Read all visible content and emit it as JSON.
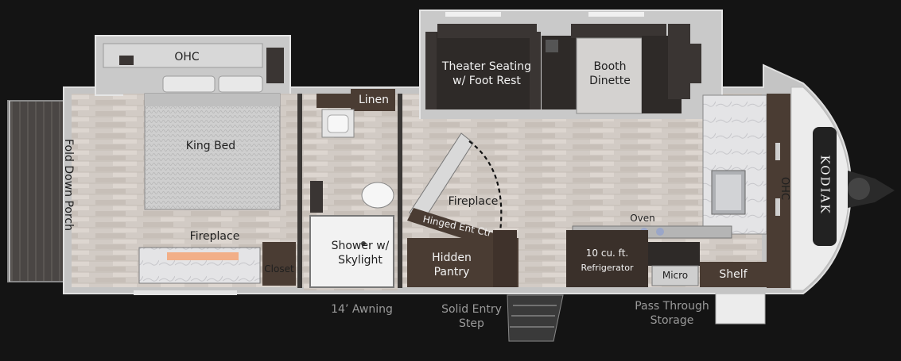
{
  "labels": {
    "ohc_bedroom": "OHC",
    "king_bed": "King Bed",
    "fireplace_bedroom": "Fireplace",
    "closet": "Closet",
    "fold_down_porch": "Fold Down Porch",
    "linen": "Linen",
    "shower": "Shower w/\nSkylight",
    "theater_seating": "Theater Seating\nw/ Foot Rest",
    "booth_dinette": "Booth\nDinette",
    "fireplace_living": "Fireplace",
    "hinged_ent_ctr": "Hinged Ent Ctr",
    "hidden_pantry": "Hidden\nPantry",
    "oven": "Oven",
    "refrigerator_size": "10 cu. ft.",
    "refrigerator": "Refrigerator",
    "micro": "Micro",
    "shelf": "Shelf",
    "ohc_kitchen": "OHC",
    "brand": "KODIAK",
    "awning": "14’ Awning",
    "solid_entry_step": "Solid Entry\nStep",
    "pass_through_storage": "Pass Through\nStorage"
  },
  "colors": {
    "background": "#141414",
    "wall": "#c9c9c9",
    "floor": "#cfc8c2",
    "cabinet": "#4a3c33",
    "furniture": "#2e2a28",
    "bed": "#d8d8d8"
  }
}
